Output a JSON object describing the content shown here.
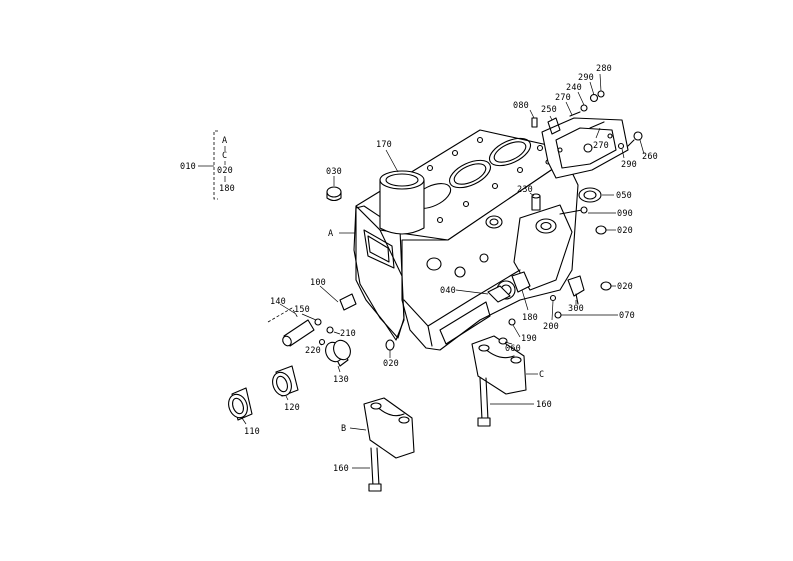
{
  "diagram": {
    "callouts": [
      {
        "id": "c280",
        "text": "280"
      },
      {
        "id": "c290a",
        "text": "290"
      },
      {
        "id": "c240",
        "text": "240"
      },
      {
        "id": "c270a",
        "text": "270"
      },
      {
        "id": "c080",
        "text": "080"
      },
      {
        "id": "c250",
        "text": "250"
      },
      {
        "id": "c270b",
        "text": "270"
      },
      {
        "id": "c290b",
        "text": "290"
      },
      {
        "id": "c260",
        "text": "260"
      },
      {
        "id": "c170",
        "text": "170"
      },
      {
        "id": "c030",
        "text": "030"
      },
      {
        "id": "cA",
        "text": "A"
      },
      {
        "id": "c230",
        "text": "230"
      },
      {
        "id": "c050",
        "text": "050"
      },
      {
        "id": "c090",
        "text": "090"
      },
      {
        "id": "c020a",
        "text": "020"
      },
      {
        "id": "c020b",
        "text": "020"
      },
      {
        "id": "c100",
        "text": "100"
      },
      {
        "id": "c140",
        "text": "140"
      },
      {
        "id": "c150",
        "text": "150"
      },
      {
        "id": "c040",
        "text": "040"
      },
      {
        "id": "c180",
        "text": "180"
      },
      {
        "id": "c300",
        "text": "300"
      },
      {
        "id": "c070",
        "text": "070"
      },
      {
        "id": "c200",
        "text": "200"
      },
      {
        "id": "c210",
        "text": "210"
      },
      {
        "id": "c190",
        "text": "190"
      },
      {
        "id": "c220",
        "text": "220"
      },
      {
        "id": "c020c",
        "text": "020"
      },
      {
        "id": "c060",
        "text": "060"
      },
      {
        "id": "c130",
        "text": "130"
      },
      {
        "id": "cC",
        "text": "C"
      },
      {
        "id": "c120",
        "text": "120"
      },
      {
        "id": "c160a",
        "text": "160"
      },
      {
        "id": "c110",
        "text": "110"
      },
      {
        "id": "cB",
        "text": "B"
      },
      {
        "id": "c160b",
        "text": "160"
      }
    ],
    "legend": {
      "main": "010",
      "items": [
        "A",
        "C",
        "020",
        "180"
      ]
    }
  }
}
